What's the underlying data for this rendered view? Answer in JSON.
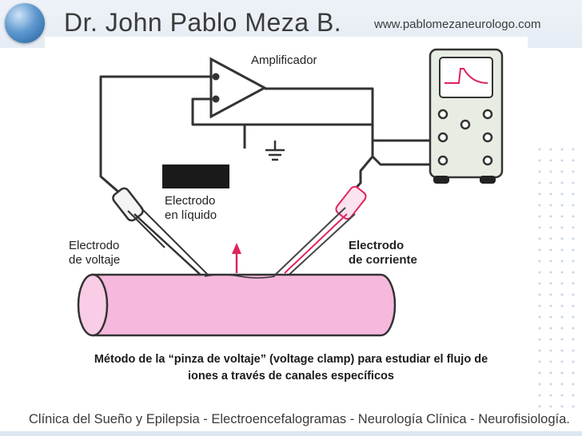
{
  "header": {
    "title": "Dr. John Pablo Meza B.",
    "website": "www.pablomezaneurologo.com"
  },
  "diagram": {
    "labels": {
      "amplifier": "Amplificador",
      "liquid_electrode_line1": "Electrodo",
      "liquid_electrode_line2": "en líquido",
      "voltage_electrode_line1": "Electrodo",
      "voltage_electrode_line2": "de voltaje",
      "current_electrode_line1": "Electrodo",
      "current_electrode_line2": "de corriente"
    }
  },
  "caption": {
    "line1": "Método de la “pinza de voltaje” (voltage clamp) para estudiar el flujo de",
    "line2": "iones a través de canales específicos"
  },
  "footer": {
    "text": "Clínica del Sueño y Epilepsia - Electroencefalogramas - Neurología Clínica - Neurofisiología."
  },
  "colors": {
    "axon_fill": "#f6b8dc",
    "current_red": "#e0245e",
    "scope_body": "#e8ede4"
  }
}
